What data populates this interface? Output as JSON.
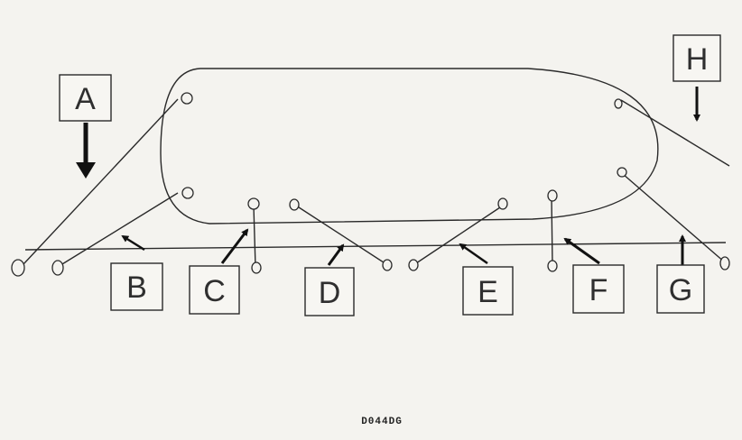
{
  "diagram": {
    "labels": {
      "a": "A",
      "b": "B",
      "c": "C",
      "d": "D",
      "e": "E",
      "f": "F",
      "g": "G",
      "h": "H"
    },
    "figure_code": "D044DG"
  }
}
